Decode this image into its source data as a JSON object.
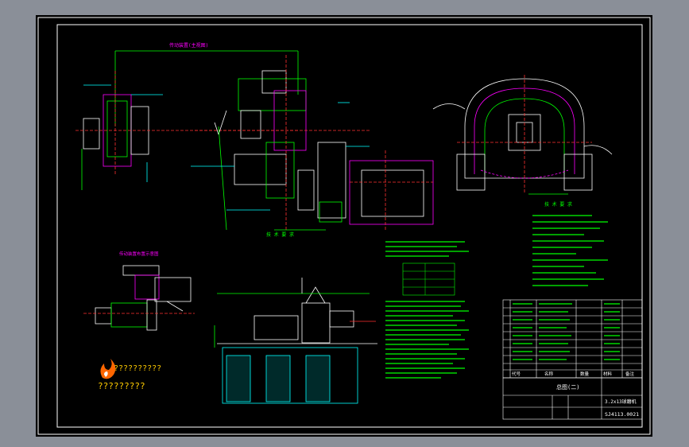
{
  "drawing": {
    "background": "#000000",
    "frame_color": "#ffffff",
    "line_colors": {
      "green": "#00ff00",
      "magenta": "#ff00ff",
      "yellow": "#ffff00",
      "cyan": "#00ffff",
      "white": "#ffffff",
      "red": "#ff3030"
    }
  },
  "views": {
    "top_view_title": "传动装置(主视图)",
    "sub_view_title": "传动装置布置示意图",
    "tech_requirements_title": "技 术 要 求",
    "tech_requirements_title2": "技 术 要 求"
  },
  "title_block": {
    "drawing_name": "总图(二)",
    "machine_name": "3.2x13球磨机",
    "drawing_number": "SJ4113.0021",
    "header_qty": "数量",
    "header_name": "名称",
    "header_code": "代号",
    "header_material": "材料",
    "header_note": "备注"
  },
  "watermark": {
    "line1": "??????????",
    "line2": "?????????",
    "logo_color": "#ff6600"
  }
}
